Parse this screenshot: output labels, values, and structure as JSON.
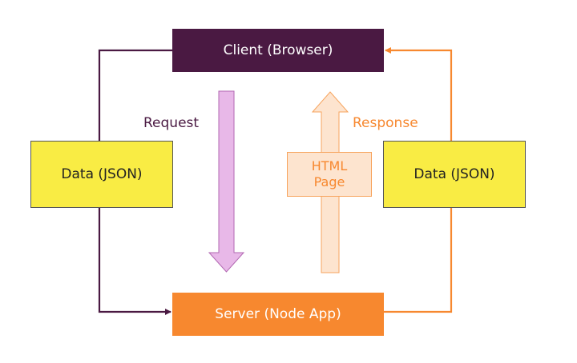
{
  "nodes": {
    "client": "Client (Browser)",
    "server": "Server (Node App)",
    "data_left": "Data (JSON)",
    "data_right": "Data (JSON)",
    "html_page_line1": "HTML",
    "html_page_line2": "Page"
  },
  "labels": {
    "request": "Request",
    "response": "Response"
  },
  "colors": {
    "client_fill": "#4a1942",
    "server_fill": "#f7882f",
    "data_fill": "#f9ec44",
    "request_arrow_fill": "#e8b8e8",
    "response_arrow_fill": "#fde4cf",
    "request_wire": "#4a1942",
    "response_wire": "#f7882f"
  }
}
